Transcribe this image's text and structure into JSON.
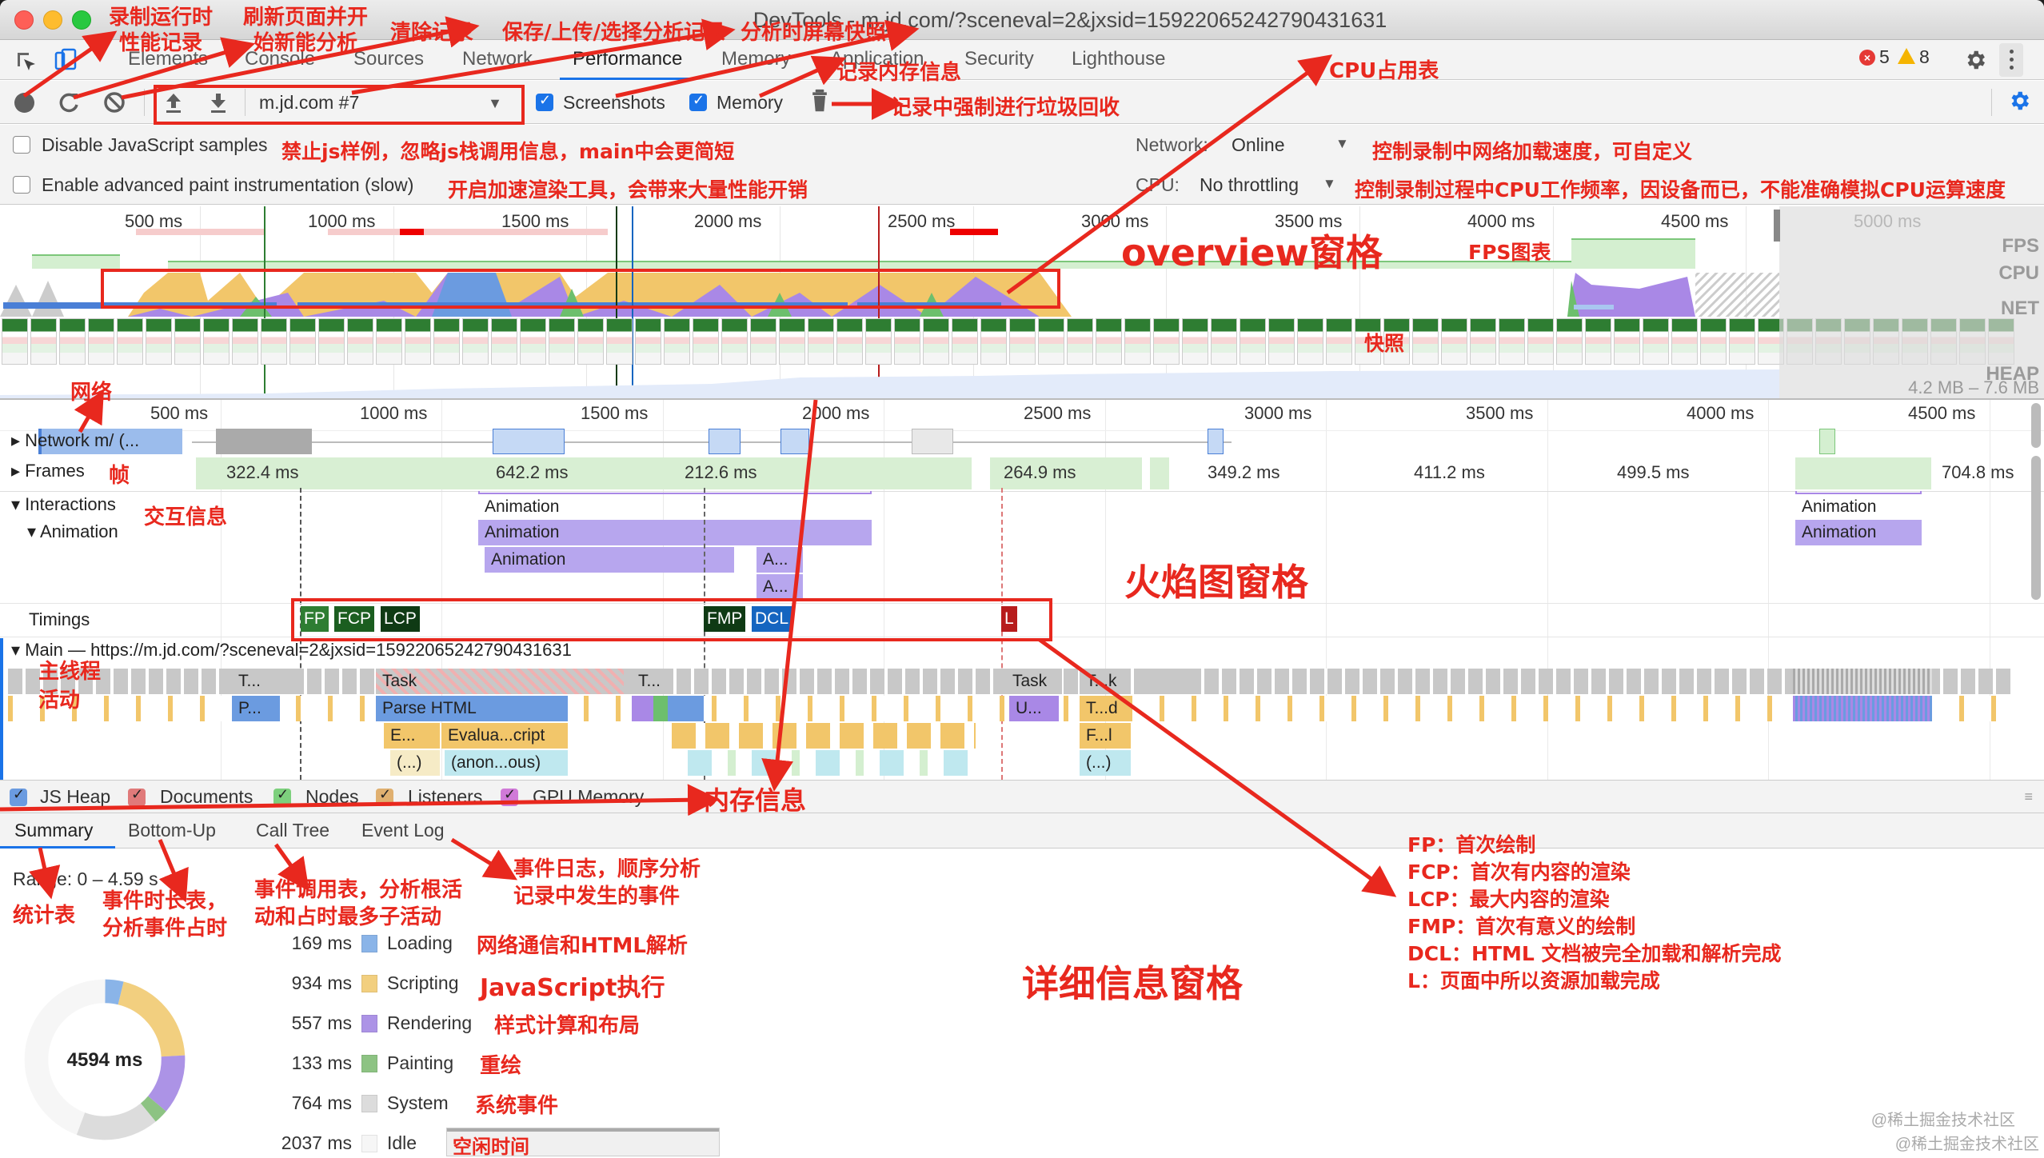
{
  "window": {
    "title": "DevTools - m.jd.com/?sceneval=2&jxsid=15922065242790431631"
  },
  "tabs": [
    {
      "label": "Elements"
    },
    {
      "label": "Console"
    },
    {
      "label": "Sources"
    },
    {
      "label": "Network"
    },
    {
      "label": "Performance",
      "active": true
    },
    {
      "label": "Memory"
    },
    {
      "label": "Application"
    },
    {
      "label": "Security"
    },
    {
      "label": "Lighthouse"
    }
  ],
  "status": {
    "errors": "5",
    "warnings": "8"
  },
  "toolbar": {
    "recording_select": "m.jd.com #7",
    "screenshots_label": "Screenshots",
    "screenshots_checked": true,
    "memory_label": "Memory",
    "memory_checked": true
  },
  "settings": {
    "disable_js_samples": "Disable JavaScript samples",
    "advanced_paint": "Enable advanced paint instrumentation (slow)",
    "network_label": "Network:",
    "network_value": "Online",
    "cpu_label": "CPU:",
    "cpu_value": "No throttling"
  },
  "overview": {
    "ticks": [
      "500 ms",
      "1000 ms",
      "1500 ms",
      "2000 ms",
      "2500 ms",
      "3000 ms",
      "3500 ms",
      "4000 ms",
      "4500 ms",
      "5000 ms"
    ],
    "lane_labels": {
      "fps": "FPS",
      "cpu": "CPU",
      "net": "NET",
      "heap": "HEAP"
    },
    "heap_range": "4.2 MB – 7.6 MB"
  },
  "flame": {
    "ticks": [
      "500 ms",
      "1000 ms",
      "1500 ms",
      "2000 ms",
      "2500 ms",
      "3000 ms",
      "3500 ms",
      "4000 ms",
      "4500 ms"
    ],
    "tracks": {
      "network": "Network",
      "network_item": "m/ (...",
      "frames": "Frames",
      "interactions": "Interactions",
      "animation": "Animation",
      "timings": "Timings",
      "main": "Main — https://m.jd.com/?sceneval=2&jxsid=15922065242790431631"
    },
    "frame_durations": [
      "322.4 ms",
      "642.2 ms",
      "212.6 ms",
      "264.9 ms",
      "349.2 ms",
      "411.2 ms",
      "499.5 ms",
      "704.8 ms"
    ],
    "animations": [
      "Animation",
      "Animation",
      "Animation",
      "A...",
      "A...",
      "Animation",
      "Animation"
    ],
    "timing_markers": [
      {
        "label": "FP",
        "color": "#2e7d32"
      },
      {
        "label": "FCP",
        "color": "#1b5e20"
      },
      {
        "label": "LCP",
        "color": "#0f3a14"
      },
      {
        "label": "FMP",
        "color": "#0f3a14"
      },
      {
        "label": "DCL",
        "color": "#1565c0"
      },
      {
        "label": "L",
        "color": "#b71c1c"
      }
    ],
    "main_entries": {
      "task1": "T...",
      "task2": "Task",
      "task3": "T...",
      "task4": "Task",
      "task5": "T...k",
      "parse_small": "P...",
      "parse_html": "Parse HTML",
      "update": "U...",
      "t_d": "T...d",
      "e": "E...",
      "evaluate": "Evalua...cript",
      "f_l": "F...l",
      "paren": "(...)",
      "anon": "(anon...ous)",
      "paren2": "(...)"
    }
  },
  "memory_counters": [
    {
      "label": "JS Heap",
      "color": "#6b9be0"
    },
    {
      "label": "Documents",
      "color": "#e07a7a"
    },
    {
      "label": "Nodes",
      "color": "#7dd07d"
    },
    {
      "label": "Listeners",
      "color": "#e0b070"
    },
    {
      "label": "GPU Memory",
      "color": "#d07ad8"
    }
  ],
  "detail_tabs": [
    {
      "label": "Summary",
      "active": true
    },
    {
      "label": "Bottom-Up"
    },
    {
      "label": "Call Tree"
    },
    {
      "label": "Event Log"
    }
  ],
  "summary": {
    "range": "Range: 0 – 4.59 s",
    "total": "4594 ms",
    "categories": [
      {
        "ms": "169 ms",
        "name": "Loading",
        "color": "#8ab4e8"
      },
      {
        "ms": "934 ms",
        "name": "Scripting",
        "color": "#f2cf7f"
      },
      {
        "ms": "557 ms",
        "name": "Rendering",
        "color": "#ac93e6"
      },
      {
        "ms": "133 ms",
        "name": "Painting",
        "color": "#8dc383"
      },
      {
        "ms": "764 ms",
        "name": "System",
        "color": "#dcdcdc"
      },
      {
        "ms": "2037 ms",
        "name": "Idle",
        "color": "#f6f6f6"
      }
    ]
  },
  "annotations": {
    "record": "录制运行时\n性能记录",
    "reload": "刷新页面并开\n始新能分析",
    "clear": "清除记录",
    "save": "保存/上传/选择分析记录",
    "screenshots": "分析时屏幕快照",
    "memory": "记录内存信息",
    "gc": "记录中强制进行垃圾回收",
    "cpu_chart": "CPU占用表",
    "disable_js": "禁止js样例，忽略js栈调用信息，main中会更简短",
    "adv_paint": "开启加速渲染工具，会带来大量性能开销",
    "network_throttle": "控制录制中网络加载速度，可自定义",
    "cpu_throttle": "控制录制过程中CPU工作频率，因设备而已，不能准确模拟CPU运算速度",
    "overview_pane": "overview窗格",
    "fps_chart": "FPS图表",
    "snapshot": "快照",
    "network": "网络",
    "frames": "帧",
    "interactions": "交互信息",
    "flame_pane": "火焰图窗格",
    "main_thread": "主线程\n活动",
    "memory_info": "内存信息",
    "stats": "统计表",
    "bottom_up": "事件时长表，\n分析事件占时",
    "call_tree": "事件调用表，分析根活\n动和占时最多子活动",
    "event_log": "事件日志，顺序分析\n记录中发生的事件",
    "loading": "网络通信和HTML解析",
    "scripting": "JavaScript执行",
    "rendering": "样式计算和布局",
    "painting": "重绘",
    "system": "系统事件",
    "idle": "空闲时间",
    "detail_pane": "详细信息窗格",
    "legend": [
      "FP：首次绘制",
      "FCP：首次有内容的渲染",
      "LCP：最大内容的渲染",
      "FMP：首次有意义的绘制",
      "DCL：HTML 文档被完全加载和解析完成",
      "L：页面中所以资源加载完成"
    ]
  },
  "watermark": "@稀土掘金技术社区"
}
